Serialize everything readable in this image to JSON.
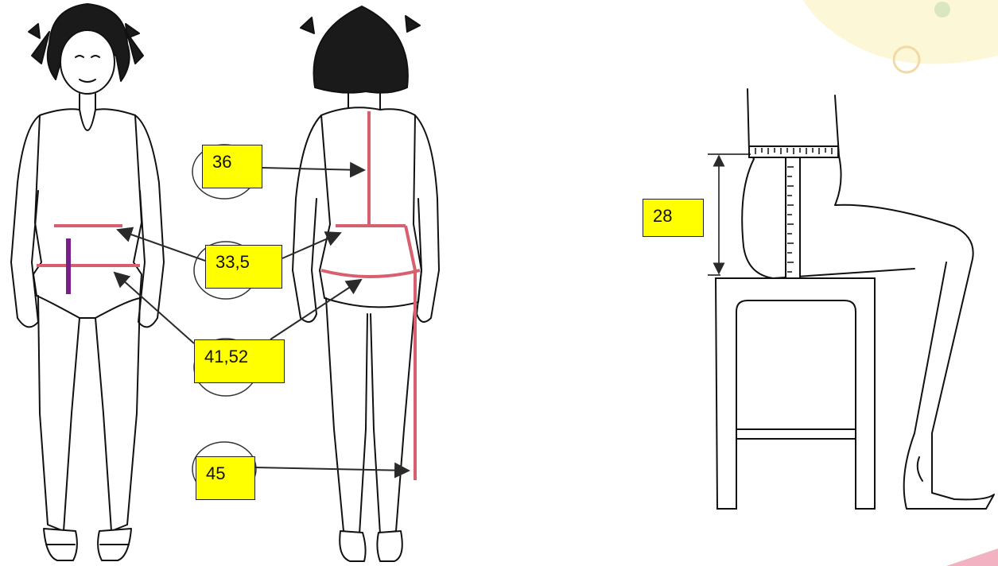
{
  "labels": {
    "back_length": "36",
    "waist": "33,5",
    "hips": "41,52",
    "skirt_length": "45",
    "seat_height": "28"
  },
  "colors": {
    "measure_line": "#d8606e",
    "vertical_mark": "#7a1e8a",
    "label_fill": "#ffff00",
    "outline": "#111111",
    "arrow": "#2a2a2a"
  },
  "icons": [
    "girl-front-figure",
    "girl-back-figure",
    "seated-leg-figure",
    "chair",
    "tape-measure"
  ]
}
